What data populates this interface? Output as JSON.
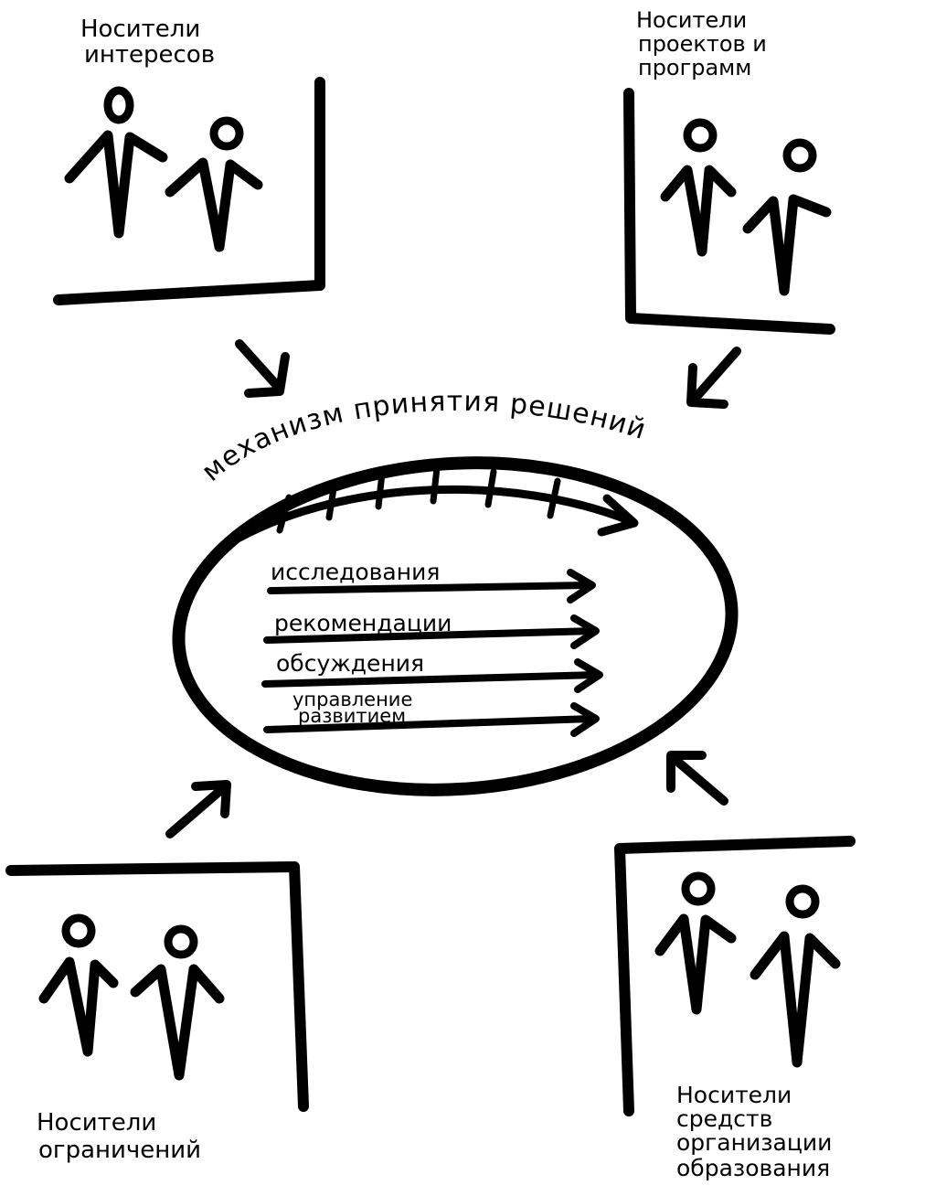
{
  "groups": {
    "top_left": "Носители интересов",
    "top_left_lines": [
      "Носители",
      "интересов"
    ],
    "top_right_lines": [
      "Носители",
      "проектов и",
      "программ"
    ],
    "bottom_left_lines": [
      "Носители",
      "ограничений"
    ],
    "bottom_right_lines": [
      "Носители",
      "средств",
      "организации",
      "образования"
    ]
  },
  "center": {
    "title": "механизм принятия решений",
    "items": [
      "исследования",
      "рекомендации",
      "обсуждения"
    ],
    "last_item_lines": [
      "управление",
      "развитием"
    ]
  },
  "colors": {
    "ink": "#000000",
    "background": "#ffffff"
  }
}
